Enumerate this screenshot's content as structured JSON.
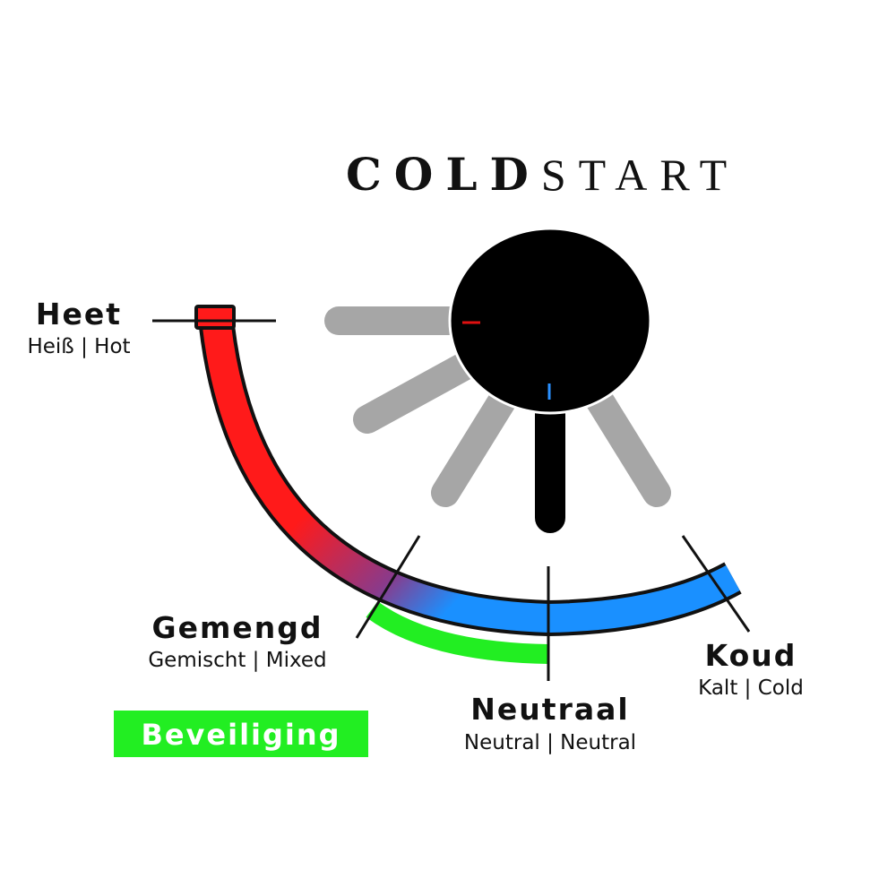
{
  "title": {
    "bold": "COLD",
    "light": "START"
  },
  "positions": {
    "hot": {
      "label": "Heet",
      "sub": "Heiß | Hot"
    },
    "mixed": {
      "label": "Gemengd",
      "sub": "Gemischt | Mixed"
    },
    "neutral": {
      "label": "Neutraal",
      "sub": "Neutral | Neutral"
    },
    "cold": {
      "label": "Koud",
      "sub": "Kalt | Cold"
    }
  },
  "safety_badge": {
    "label": "Beveiliging"
  },
  "colors": {
    "hot": "#ff1a1a",
    "mixed": "#8a3a8a",
    "cold": "#1a90ff",
    "safety": "#22ee22",
    "handle_inactive": "#a6a6a6",
    "handle_active": "#000000",
    "hot_marker": "#e01010",
    "cold_marker": "#2a90ff"
  }
}
